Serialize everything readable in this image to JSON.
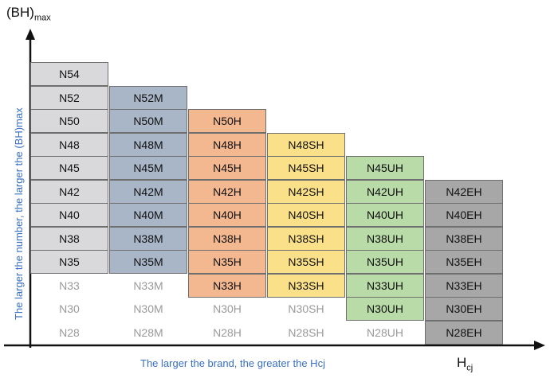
{
  "axes": {
    "y_title": "(BH)",
    "y_title_sub": "max",
    "x_title": "H",
    "x_title_sub": "cj",
    "x_caption": "The larger the brand, the greater the Hcj",
    "y_caption": "The larger the number, the larger the (BH)max"
  },
  "colors": {
    "axis": "#111111",
    "caption": "#3a6fc4",
    "faded_text": "#9a9a9a"
  },
  "columns": [
    {
      "series": "N",
      "color": "#d9d9db",
      "cells": [
        {
          "label": "N54",
          "filled": true
        },
        {
          "label": "N52",
          "filled": true
        },
        {
          "label": "N50",
          "filled": true
        },
        {
          "label": "N48",
          "filled": true
        },
        {
          "label": "N45",
          "filled": true
        },
        {
          "label": "N42",
          "filled": true
        },
        {
          "label": "N40",
          "filled": true
        },
        {
          "label": "N38",
          "filled": true
        },
        {
          "label": "N35",
          "filled": true
        },
        {
          "label": "N33",
          "filled": false
        },
        {
          "label": "N30",
          "filled": false
        },
        {
          "label": "N28",
          "filled": false
        }
      ]
    },
    {
      "series": "M",
      "color": "#a9b6c8",
      "cells": [
        {
          "label": "N52M",
          "filled": true
        },
        {
          "label": "N50M",
          "filled": true
        },
        {
          "label": "N48M",
          "filled": true
        },
        {
          "label": "N45M",
          "filled": true
        },
        {
          "label": "N42M",
          "filled": true
        },
        {
          "label": "N40M",
          "filled": true
        },
        {
          "label": "N38M",
          "filled": true
        },
        {
          "label": "N35M",
          "filled": true
        },
        {
          "label": "N33M",
          "filled": false
        },
        {
          "label": "N30M",
          "filled": false
        },
        {
          "label": "N28M",
          "filled": false
        }
      ]
    },
    {
      "series": "H",
      "color": "#f3b88f",
      "cells": [
        {
          "label": "N50H",
          "filled": true
        },
        {
          "label": "N48H",
          "filled": true
        },
        {
          "label": "N45H",
          "filled": true
        },
        {
          "label": "N42H",
          "filled": true
        },
        {
          "label": "N40H",
          "filled": true
        },
        {
          "label": "N38H",
          "filled": true
        },
        {
          "label": "N35H",
          "filled": true
        },
        {
          "label": "N33H",
          "filled": true
        },
        {
          "label": "N30H",
          "filled": false
        },
        {
          "label": "N28H",
          "filled": false
        }
      ]
    },
    {
      "series": "SH",
      "color": "#fbe08a",
      "cells": [
        {
          "label": "N48SH",
          "filled": true
        },
        {
          "label": "N45SH",
          "filled": true
        },
        {
          "label": "N42SH",
          "filled": true
        },
        {
          "label": "N40SH",
          "filled": true
        },
        {
          "label": "N38SH",
          "filled": true
        },
        {
          "label": "N35SH",
          "filled": true
        },
        {
          "label": "N33SH",
          "filled": true
        },
        {
          "label": "N30SH",
          "filled": false
        },
        {
          "label": "N28SH",
          "filled": false
        }
      ]
    },
    {
      "series": "UH",
      "color": "#b9dba7",
      "cells": [
        {
          "label": "N45UH",
          "filled": true
        },
        {
          "label": "N42UH",
          "filled": true
        },
        {
          "label": "N40UH",
          "filled": true
        },
        {
          "label": "N38UH",
          "filled": true
        },
        {
          "label": "N35UH",
          "filled": true
        },
        {
          "label": "N33UH",
          "filled": true
        },
        {
          "label": "N30UH",
          "filled": true
        },
        {
          "label": "N28UH",
          "filled": false
        }
      ]
    },
    {
      "series": "EH",
      "color": "#a7a7a7",
      "cells": [
        {
          "label": "N42EH",
          "filled": true
        },
        {
          "label": "N40EH",
          "filled": true
        },
        {
          "label": "N38EH",
          "filled": true
        },
        {
          "label": "N35EH",
          "filled": true
        },
        {
          "label": "N33EH",
          "filled": true
        },
        {
          "label": "N30EH",
          "filled": true
        },
        {
          "label": "N28EH",
          "filled": true
        }
      ]
    }
  ]
}
